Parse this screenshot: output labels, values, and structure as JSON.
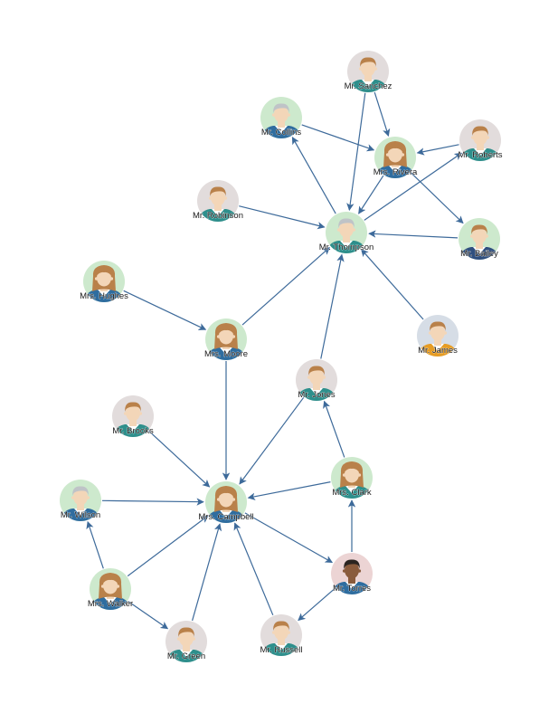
{
  "diagram": {
    "nodes": [
      {
        "id": "sanchez",
        "label": "Mr. Sanchez",
        "gender": "m",
        "hair": "brown",
        "skin": "light",
        "ring": "#e2dcdc",
        "shirt": "#2e8f8c"
      },
      {
        "id": "collins",
        "label": "Mr. Collins",
        "gender": "m",
        "hair": "gray",
        "skin": "light",
        "ring": "#cde9cd",
        "shirt": "#2f6d9f"
      },
      {
        "id": "rivera",
        "label": "Mrs. Rivera",
        "gender": "f",
        "hair": "brown",
        "skin": "light",
        "ring": "#cde9cd",
        "shirt": "#2f6d9f"
      },
      {
        "id": "roberts",
        "label": "Mr. Roberts",
        "gender": "m",
        "hair": "brown",
        "skin": "light",
        "ring": "#e2dcdc",
        "shirt": "#2e8f8c"
      },
      {
        "id": "robinson",
        "label": "Mr. Robinson",
        "gender": "m",
        "hair": "brown",
        "skin": "light",
        "ring": "#e2dcdc",
        "shirt": "#2e8f8c"
      },
      {
        "id": "thompson",
        "label": "Mr. Thompson",
        "gender": "m",
        "hair": "gray",
        "skin": "light",
        "ring": "#cde9cd",
        "shirt": "#2e8f8c"
      },
      {
        "id": "bailey",
        "label": "Mr. Bailey",
        "gender": "m",
        "hair": "brown",
        "skin": "light",
        "ring": "#cde9cd",
        "shirt": "#2f4f7f"
      },
      {
        "id": "hughes",
        "label": "Mrs. Hughes",
        "gender": "f",
        "hair": "brown",
        "skin": "light",
        "ring": "#cde9cd",
        "shirt": "#2f6d9f"
      },
      {
        "id": "moore",
        "label": "Mrs. Moore",
        "gender": "f",
        "hair": "brown",
        "skin": "light",
        "ring": "#cde9cd",
        "shirt": "#2f6d9f"
      },
      {
        "id": "james",
        "label": "Mr. James",
        "gender": "m",
        "hair": "brown",
        "skin": "light",
        "ring": "#d6dde6",
        "shirt": "#e69c24"
      },
      {
        "id": "jones",
        "label": "Mr. Jones",
        "gender": "m",
        "hair": "brown",
        "skin": "light",
        "ring": "#e2dcdc",
        "shirt": "#2e8f8c"
      },
      {
        "id": "brooks",
        "label": "Mr. Brooks",
        "gender": "m",
        "hair": "brown",
        "skin": "light",
        "ring": "#e2dcdc",
        "shirt": "#2e8f8c"
      },
      {
        "id": "clark",
        "label": "Mrs. Clark",
        "gender": "f",
        "hair": "brown",
        "skin": "light",
        "ring": "#cde9cd",
        "shirt": "#2e8f8c"
      },
      {
        "id": "wilson",
        "label": "Mr. Wilson",
        "gender": "m",
        "hair": "gray",
        "skin": "light",
        "ring": "#cde9cd",
        "shirt": "#2f6d9f"
      },
      {
        "id": "campbell",
        "label": "Mrs. Campbell",
        "gender": "f",
        "hair": "brown",
        "skin": "light",
        "ring": "#cde9cd",
        "shirt": "#2f6d9f"
      },
      {
        "id": "torres",
        "label": "Mr. Torres",
        "gender": "m",
        "hair": "black",
        "skin": "dark",
        "ring": "#ecd4d4",
        "shirt": "#2f6d9f"
      },
      {
        "id": "walker",
        "label": "Mrs. Walker",
        "gender": "f",
        "hair": "brown",
        "skin": "light",
        "ring": "#cde9cd",
        "shirt": "#2f6d9f"
      },
      {
        "id": "green",
        "label": "Mr. Green",
        "gender": "m",
        "hair": "brown",
        "skin": "light",
        "ring": "#e2dcdc",
        "shirt": "#2e8f8c"
      },
      {
        "id": "russell",
        "label": "Mr. Russell",
        "gender": "m",
        "hair": "brown",
        "skin": "light",
        "ring": "#e2dcdc",
        "shirt": "#2e8f8c"
      }
    ],
    "edges": [
      {
        "from": "sanchez",
        "to": "rivera"
      },
      {
        "from": "sanchez",
        "to": "thompson"
      },
      {
        "from": "collins",
        "to": "rivera"
      },
      {
        "from": "roberts",
        "to": "rivera"
      },
      {
        "from": "rivera",
        "to": "thompson"
      },
      {
        "from": "rivera",
        "to": "bailey"
      },
      {
        "from": "thompson",
        "to": "collins"
      },
      {
        "from": "thompson",
        "to": "roberts"
      },
      {
        "from": "robinson",
        "to": "thompson"
      },
      {
        "from": "bailey",
        "to": "thompson"
      },
      {
        "from": "james",
        "to": "thompson"
      },
      {
        "from": "moore",
        "to": "thompson"
      },
      {
        "from": "jones",
        "to": "thompson"
      },
      {
        "from": "hughes",
        "to": "moore"
      },
      {
        "from": "moore",
        "to": "campbell"
      },
      {
        "from": "jones",
        "to": "campbell"
      },
      {
        "from": "clark",
        "to": "jones"
      },
      {
        "from": "brooks",
        "to": "campbell"
      },
      {
        "from": "clark",
        "to": "campbell"
      },
      {
        "from": "wilson",
        "to": "campbell"
      },
      {
        "from": "campbell",
        "to": "torres"
      },
      {
        "from": "torres",
        "to": "clark"
      },
      {
        "from": "walker",
        "to": "wilson"
      },
      {
        "from": "walker",
        "to": "campbell"
      },
      {
        "from": "walker",
        "to": "green"
      },
      {
        "from": "green",
        "to": "campbell"
      },
      {
        "from": "russell",
        "to": "campbell"
      },
      {
        "from": "torres",
        "to": "russell"
      }
    ],
    "colors": {
      "edge": "#3d6a9a",
      "skin_light": "#f3d6b8",
      "skin_dark": "#8a5b3c",
      "hair_brown": "#b9814a",
      "hair_gray": "#bfc3c7",
      "hair_black": "#2b2420"
    }
  }
}
